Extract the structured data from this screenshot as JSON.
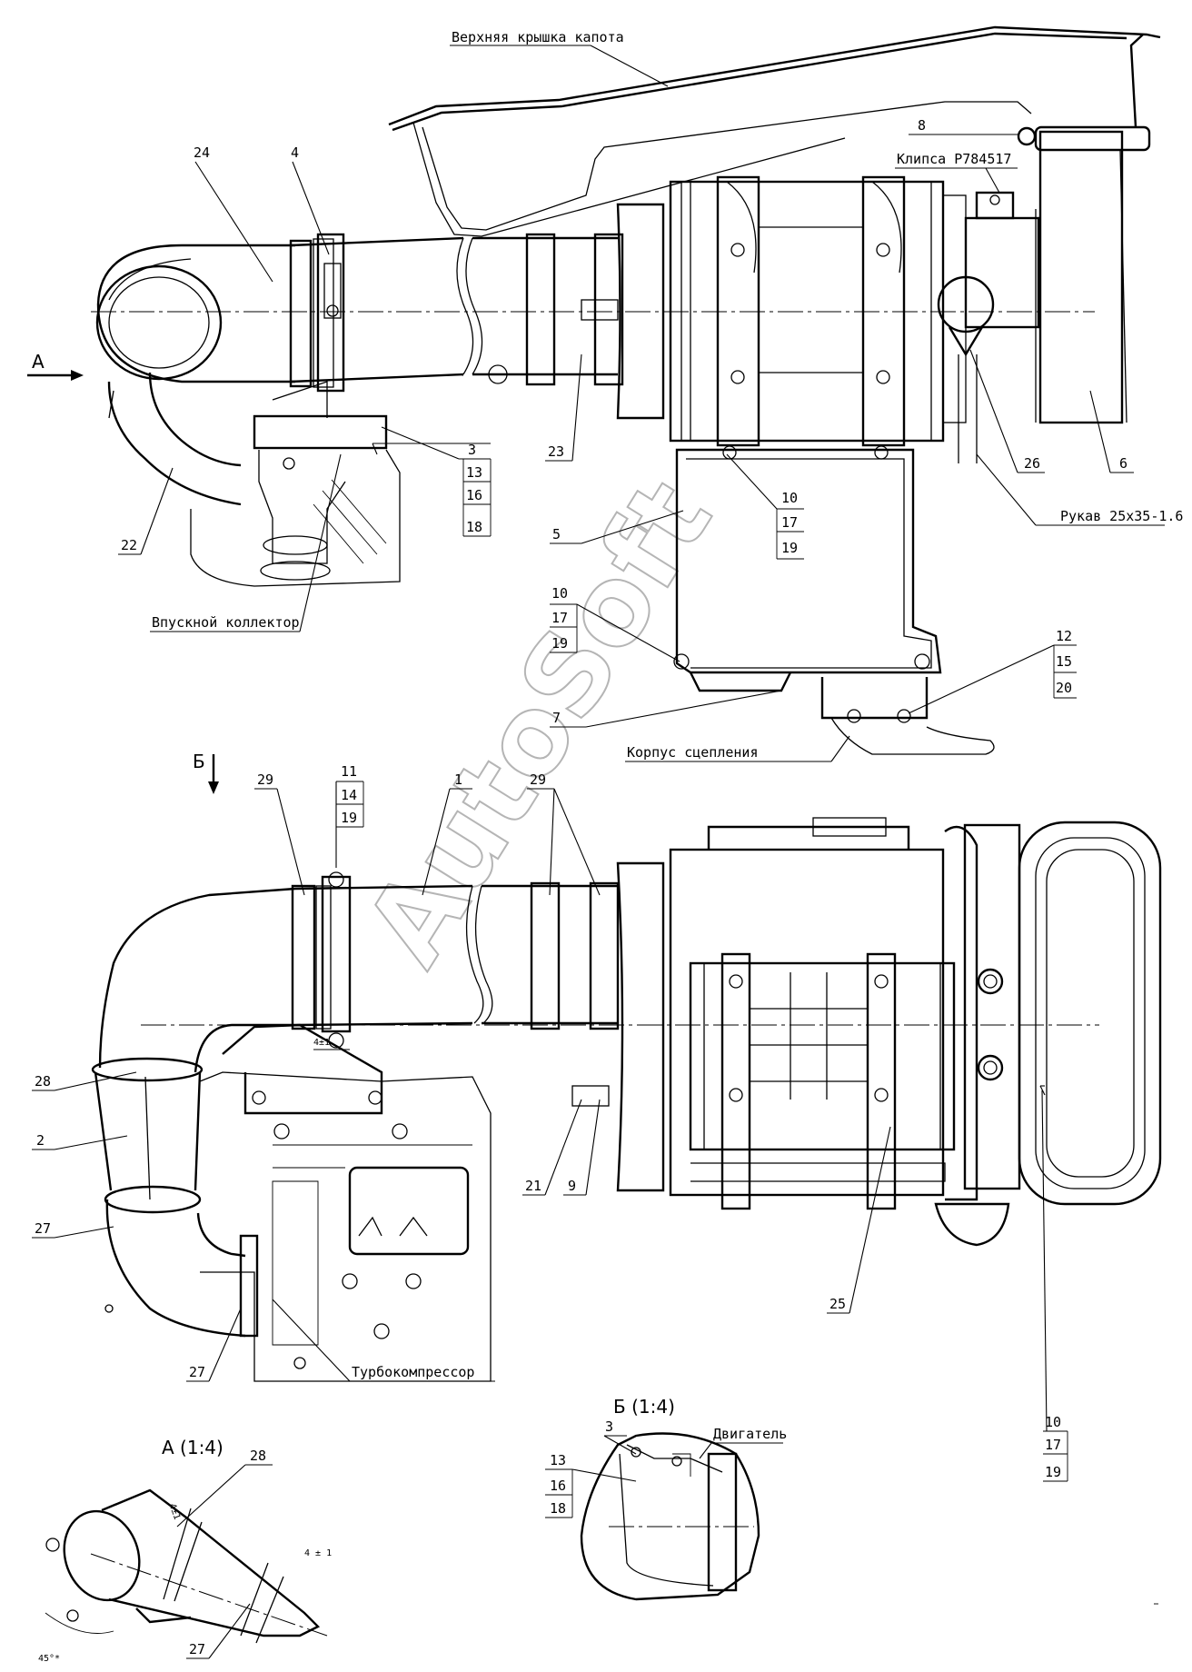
{
  "labels": {
    "hood_top_cover": "Верхняя крышка капота",
    "clip": "Клипса Р784517",
    "intake_manifold": "Впускной коллектор",
    "clutch_housing": "Корпус сцепления",
    "hose": "Рукав 25х35-1.6",
    "turbocharger": "Турбокомпрессор",
    "engine": "Двигатель"
  },
  "views": {
    "arrow_a": "А",
    "arrow_b": "Б",
    "section_a": "А (1:4)",
    "section_b": "Б (1:4)"
  },
  "dimensions": {
    "gap_main": "4±1",
    "gap_a1": "4±1",
    "gap_a2": "4 ± 1",
    "angle": "45°*"
  },
  "callouts": {
    "c1": "1",
    "c2": "2",
    "c3": "3",
    "c3b": "3",
    "c4": "4",
    "c5": "5",
    "c6": "6",
    "c7": "7",
    "c8": "8",
    "c9": "9",
    "c21": "21",
    "c22": "22",
    "c23": "23",
    "c24": "24",
    "c25": "25",
    "c26": "26",
    "c27a": "27",
    "c27b": "27",
    "c27c": "27",
    "c28a": "28",
    "c28b": "28",
    "c29a": "29",
    "c29b": "29"
  },
  "stacks": {
    "s1": [
      "3",
      "13",
      "16",
      "18"
    ],
    "s2": [
      "10",
      "17",
      "19"
    ],
    "s3": [
      "10",
      "17",
      "19"
    ],
    "s4": [
      "12",
      "15",
      "20"
    ],
    "s5": [
      "11",
      "14",
      "19"
    ],
    "s6": [
      "10",
      "17",
      "19"
    ],
    "s7": [
      "13",
      "16",
      "18"
    ]
  },
  "watermark": "AutoSoft"
}
